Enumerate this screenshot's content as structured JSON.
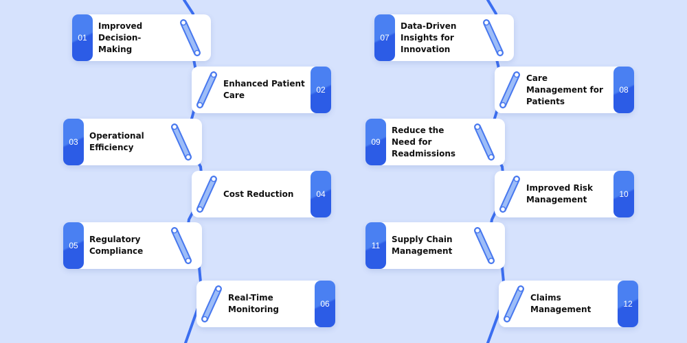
{
  "colors": {
    "background": "#d6e2fd",
    "line": "#3b6ef0",
    "tab": "#2c5ce6",
    "tab_light": "#4a80f2",
    "chain_fill": "#9dbdf8",
    "chain_stroke": "#4878ee"
  },
  "steps": [
    {
      "num": "01",
      "label": "Improved Decision-Making"
    },
    {
      "num": "02",
      "label": "Enhanced Patient Care"
    },
    {
      "num": "03",
      "label": "Operational Efficiency"
    },
    {
      "num": "04",
      "label": "Cost Reduction"
    },
    {
      "num": "05",
      "label": "Regulatory Compliance"
    },
    {
      "num": "06",
      "label": "Real-Time Monitoring"
    },
    {
      "num": "07",
      "label": "Data-Driven Insights for Innovation"
    },
    {
      "num": "08",
      "label": "Care Management for Patients"
    },
    {
      "num": "09",
      "label": "Reduce the Need for Readmissions"
    },
    {
      "num": "10",
      "label": "Improved Risk Management"
    },
    {
      "num": "11",
      "label": "Supply Chain Management"
    },
    {
      "num": "12",
      "label": "Claims Management"
    }
  ]
}
